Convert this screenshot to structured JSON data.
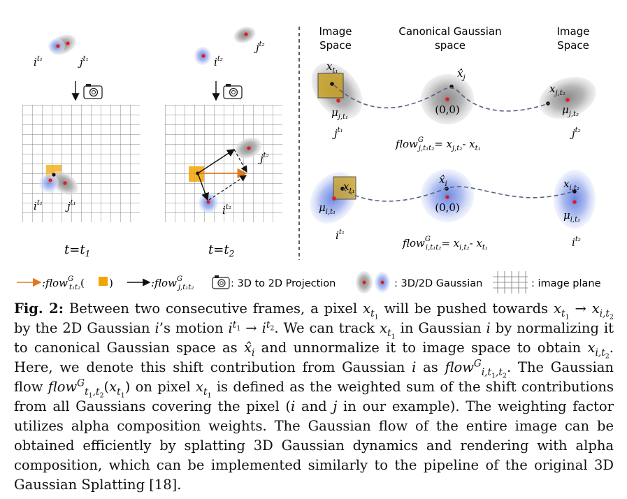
{
  "panel_left": {
    "label_i_top": "i",
    "label_i_top_sup": "t₁",
    "label_j_top": "j",
    "label_j_top_sup": "t₁",
    "label_i_bottom": "i",
    "label_i_bottom_sup": "t₁",
    "label_j_bottom": "j",
    "label_j_bottom_sup": "t₁",
    "time_label": "t=t",
    "time_sub": "1"
  },
  "panel_mid": {
    "label_j_top": "j",
    "label_j_top_sup": "t₂",
    "label_i_top": "i",
    "label_i_top_sup": "t₂",
    "label_j_bottom": "j",
    "label_j_bottom_sup": "t₂",
    "label_i_bottom": "i",
    "label_i_bottom_sup": "t₂",
    "time_label": "t=t",
    "time_sub": "2"
  },
  "panel_right": {
    "header_left_1": "Image",
    "header_left_2": "Space",
    "header_mid_1": "Canonical Gaussian",
    "header_mid_2": "space",
    "header_right_1": "Image",
    "header_right_2": "Space",
    "row1": {
      "x_left": "x",
      "x_left_sub": "t₁",
      "mu_left": "μ",
      "mu_left_sub": "j,t₁",
      "gauss_left": "j",
      "gauss_left_sup": "t₁",
      "xhat": "x̂",
      "xhat_sub": "j",
      "origin": "(0,0)",
      "x_right": "x",
      "x_right_sub": "j,t₂",
      "mu_right": "μ",
      "mu_right_sub": "j,t₂",
      "gauss_right": "j",
      "gauss_right_sup": "t₂",
      "flow_eq": "flow",
      "flow_eq_sup": "G",
      "flow_eq_sub": "j,t₁t₂",
      "flow_eq_rhs": "= x",
      "flow_eq_rhs_sub": "j,t₂",
      "flow_eq_minus": "- x",
      "flow_eq_minus_sub": "t₁"
    },
    "row2": {
      "x_left": "x",
      "x_left_sub": "t₁",
      "mu_left": "μ",
      "mu_left_sub": "i,t₁",
      "gauss_left": "i",
      "gauss_left_sup": "t₁",
      "xhat": "x̂",
      "xhat_sub": "i",
      "origin": "(0,0)",
      "x_right": "x",
      "x_right_sub": "i,t₂",
      "mu_right": "μ",
      "mu_right_sub": "i,t₂",
      "gauss_right": "i",
      "gauss_right_sup": "t₂",
      "flow_eq": "flow",
      "flow_eq_sup": "G",
      "flow_eq_sub": "i,t₁t₂",
      "flow_eq_rhs": "= x",
      "flow_eq_rhs_sub": "i,t₂",
      "flow_eq_minus": "- x",
      "flow_eq_minus_sub": "t₁"
    }
  },
  "legend": {
    "orange_label": ":flow",
    "orange_sup": "G",
    "orange_sub": "t₁t₂",
    "orange_paren_open": "(",
    "orange_paren_close": ")",
    "black_label": ":flow",
    "black_sup": "G",
    "black_sub": "j,t₁t₂",
    "camera_text": ": 3D to 2D Projection",
    "gaussian_text": ": 3D/2D Gaussian",
    "plane_text": ": image plane"
  },
  "caption": {
    "fig_label": "Fig. 2:",
    "html": " Between two consecutive frames, a pixel <i>x</i><sub><i>t</i><sub>1</sub></sub> will be pushed towards <i>x</i><sub><i>t</i><sub>1</sub></sub> → <i>x</i><sub><i>i,t</i><sub>2</sub></sub> by the 2D Gaussian <i>i</i>’s motion <i>i</i><sup><i>t</i><sub>1</sub></sup> → <i>i</i><sup><i>t</i><sub>2</sub></sup>. We can track <i>x</i><sub><i>t</i><sub>1</sub></sub> in Gaussian <i>i</i> by normalizing it to canonical Gaussian space as <i>x̂</i><sub><i>i</i></sub> and unnormalize it to image space to obtain <i>x</i><sub><i>i,t</i><sub>2</sub></sub>. Here, we denote this shift contribution from Gaussian <i>i</i> as <i>flow</i><sup><i>G</i></sup><sub><i>i,t</i><sub>1</sub><i>,t</i><sub>2</sub></sub>. The Gaussian flow <i>flow</i><sup><i>G</i></sup><sub><i>t</i><sub>1</sub><i>,t</i><sub>2</sub></sub>(<i>x</i><sub><i>t</i><sub>1</sub></sub>) on pixel <i>x</i><sub><i>t</i><sub>1</sub></sub> is defined as the weighted sum of the shift contributions from all Gaussians covering the pixel (<i>i</i> and <i>j</i> in our example). The weighting factor utilizes alpha composition weights. The Gaussian flow of the entire image can be obtained efficiently by splatting 3D Gaussian dynamics and rendering with alpha composition, which can be implemented similarly to the pipeline of the original 3D Gaussian Splatting [18]."
  }
}
